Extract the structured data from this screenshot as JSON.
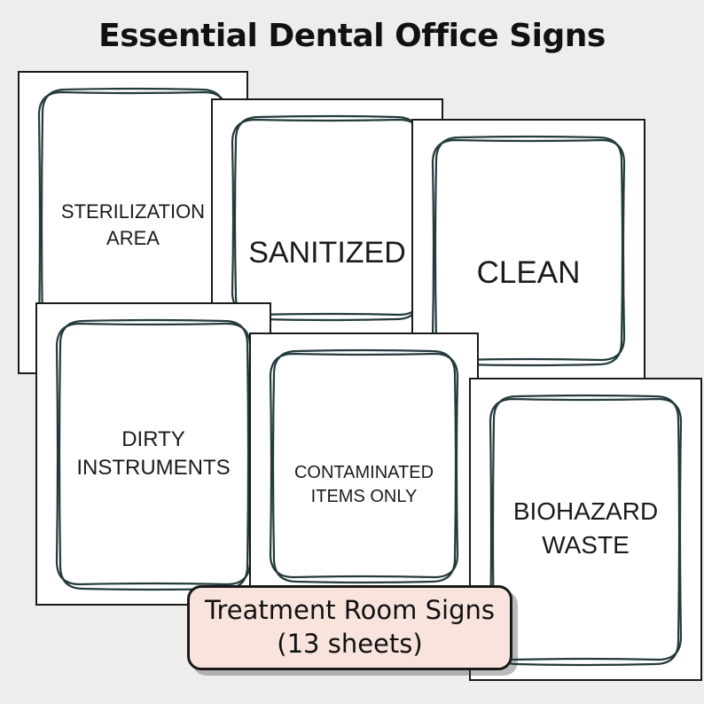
{
  "title": "Essential Dental Office Signs",
  "signs": [
    {
      "lines": [
        "STERILIZATION",
        "AREA"
      ]
    },
    {
      "lines": [
        "SANITIZED"
      ]
    },
    {
      "lines": [
        "CLEAN"
      ]
    },
    {
      "lines": [
        "DIRTY",
        "INSTRUMENTS"
      ]
    },
    {
      "lines": [
        "CONTAMINATED",
        "ITEMS ONLY"
      ]
    },
    {
      "lines": [
        "BIOHAZARD",
        "WASTE"
      ]
    }
  ],
  "badge": {
    "line1": "Treatment Room Signs",
    "line2": "(13 sheets)"
  },
  "colors": {
    "background": "#efedeb",
    "frame": "#243a3c",
    "badge_fill": "#f8e3dd"
  }
}
